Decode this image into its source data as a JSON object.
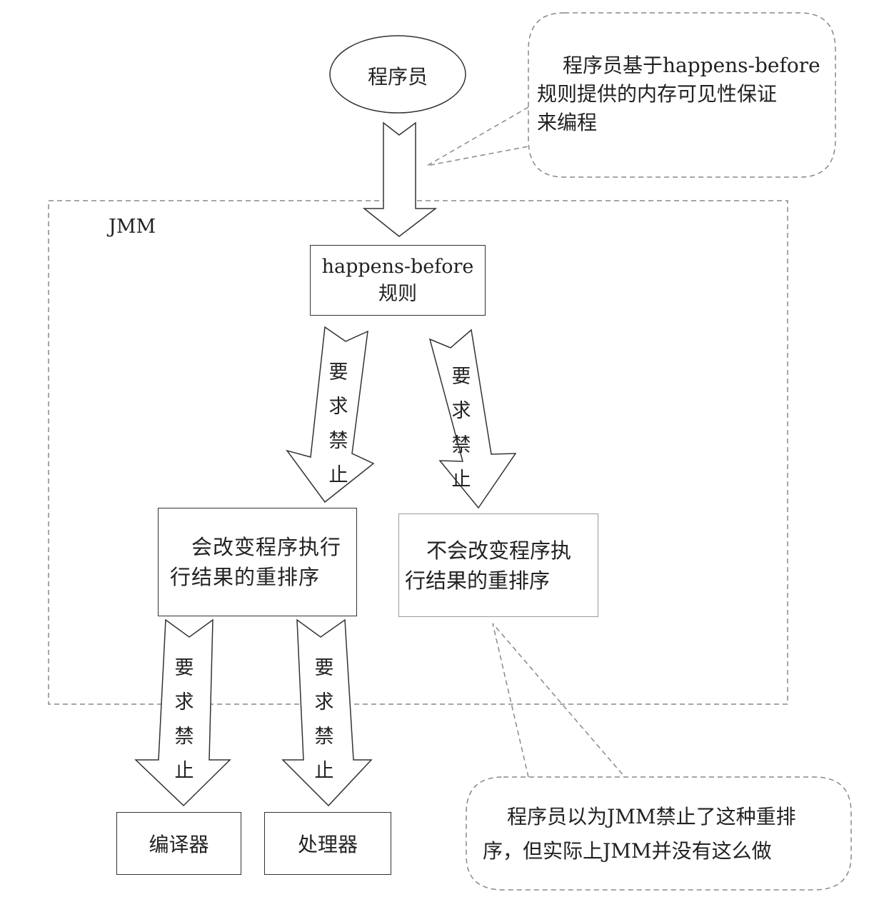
{
  "programmer": "程序员",
  "top_note": {
    "line1": "程序员基于happens-before",
    "line2": "规则提供的内存可见性保证",
    "line3": "来编程"
  },
  "jmm_label": "JMM",
  "hb_rule": {
    "line1": "happens-before",
    "line2": "规则"
  },
  "requires_forbid": [
    "要",
    "求",
    "禁",
    "止"
  ],
  "changing_reorder": {
    "line1": "会改变程序执行",
    "line2": "行结果的重排序"
  },
  "nonchanging_reorder": {
    "line1": "不会改变程序执",
    "line2": "行结果的重排序"
  },
  "compiler": "编译器",
  "processor": "处理器",
  "bottom_note": {
    "line1": "程序员以为JMM禁止了这种重排",
    "line2": "序，但实际上JMM并没有这么做"
  },
  "colors": {
    "line": "#333333",
    "dashed": "#888888",
    "light_border": "#999999"
  }
}
